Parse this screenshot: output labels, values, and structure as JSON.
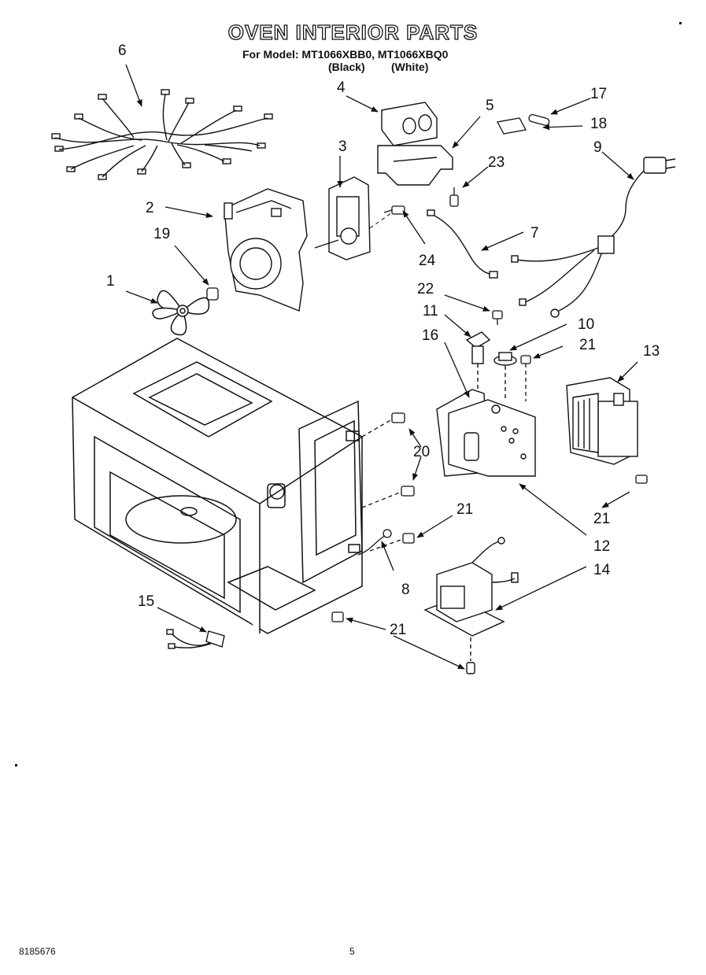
{
  "header": {
    "title": "OVEN INTERIOR PARTS",
    "model_line": "For Model: MT1066XBB0, MT1066XBQ0",
    "variant_black": "(Black)",
    "variant_white": "(White)"
  },
  "callouts": {
    "c1": "1",
    "c2": "2",
    "c3": "3",
    "c4": "4",
    "c5": "5",
    "c6": "6",
    "c7": "7",
    "c8": "8",
    "c9": "9",
    "c10": "10",
    "c11": "11",
    "c12": "12",
    "c13": "13",
    "c14": "14",
    "c15": "15",
    "c16": "16",
    "c17": "17",
    "c18": "18",
    "c19": "19",
    "c20": "20",
    "c21a": "21",
    "c21b": "21",
    "c21c": "21",
    "c21d": "21",
    "c22": "22",
    "c23": "23",
    "c24": "24"
  },
  "footer": {
    "doc_number": "8185676",
    "page_number": "5"
  }
}
